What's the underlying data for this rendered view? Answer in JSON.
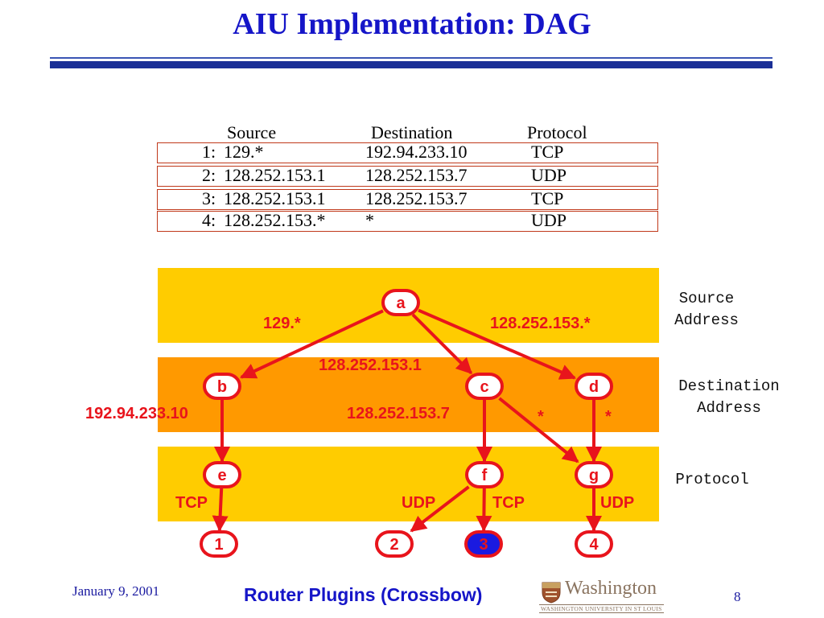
{
  "slide": {
    "title": "AIU Implementation: DAG",
    "footer_date": "January 9, 2001",
    "footer_title": "Router Plugins (Crossbow)",
    "page_number": "8",
    "logo_name": "Washington",
    "logo_subtitle": "WASHINGTON UNIVERSITY IN ST LOUIS",
    "colors": {
      "title": "#1515c8",
      "rule": "#1a2f96",
      "band_light": "#ffcc00",
      "band_dark": "#ff9900",
      "edge": "#e8141c",
      "node_highlight": "#1a1ae0"
    }
  },
  "filter_table": {
    "headers": [
      "Source",
      "Destination",
      "Protocol"
    ],
    "rows": [
      {
        "num": "1:",
        "source": "129.*",
        "destination": "192.94.233.10",
        "protocol": "TCP"
      },
      {
        "num": "2:",
        "source": "128.252.153.1",
        "destination": "128.252.153.7",
        "protocol": "UDP"
      },
      {
        "num": "3:",
        "source": "128.252.153.1",
        "destination": "128.252.153.7",
        "protocol": "TCP"
      },
      {
        "num": "4:",
        "source": "128.252.153.*",
        "destination": "*",
        "protocol": "UDP"
      }
    ]
  },
  "dag": {
    "levels": [
      {
        "label": "Source\nAddress"
      },
      {
        "label": "Destination\nAddress"
      },
      {
        "label": "Protocol"
      }
    ],
    "nodes": [
      {
        "id": "a",
        "label": "a",
        "icon": "rounded-node"
      },
      {
        "id": "b",
        "label": "b",
        "icon": "rounded-node"
      },
      {
        "id": "c",
        "label": "c",
        "icon": "rounded-node"
      },
      {
        "id": "d",
        "label": "d",
        "icon": "rounded-node"
      },
      {
        "id": "e",
        "label": "e",
        "icon": "rounded-node"
      },
      {
        "id": "f",
        "label": "f",
        "icon": "rounded-node"
      },
      {
        "id": "g",
        "label": "g",
        "icon": "rounded-node"
      },
      {
        "id": "1",
        "label": "1",
        "icon": "rounded-node"
      },
      {
        "id": "2",
        "label": "2",
        "icon": "rounded-node"
      },
      {
        "id": "3",
        "label": "3",
        "icon": "rounded-node",
        "highlighted": true
      },
      {
        "id": "4",
        "label": "4",
        "icon": "rounded-node"
      }
    ],
    "edges": [
      {
        "from": "a",
        "to": "b",
        "label": "129.*"
      },
      {
        "from": "a",
        "to": "c",
        "label": "128.252.153.1"
      },
      {
        "from": "a",
        "to": "d",
        "label": "128.252.153.*"
      },
      {
        "from": "b",
        "to": "e",
        "label": "192.94.233.10"
      },
      {
        "from": "c",
        "to": "f",
        "label": "128.252.153.7"
      },
      {
        "from": "c",
        "to": "g",
        "label": "*"
      },
      {
        "from": "d",
        "to": "g",
        "label": "*"
      },
      {
        "from": "e",
        "to": "1",
        "label": "TCP"
      },
      {
        "from": "f",
        "to": "2",
        "label": "UDP"
      },
      {
        "from": "f",
        "to": "3",
        "label": "TCP"
      },
      {
        "from": "g",
        "to": "4",
        "label": "UDP"
      }
    ]
  }
}
